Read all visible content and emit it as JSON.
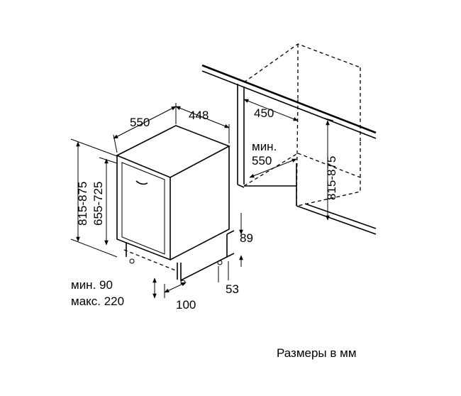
{
  "dimensions": {
    "width_left": "550",
    "depth_top": "448",
    "niche_depth": "450",
    "min_label": "мин.",
    "niche_width": "550",
    "height_range_left": "815-875",
    "door_height_range": "655-725",
    "height_range_right": "815-875",
    "plinth_89": "89",
    "plinth_53": "53",
    "depth_100": "100",
    "min_90": "мин. 90",
    "max_220": "макс. 220"
  },
  "caption": "Размеры в мм"
}
